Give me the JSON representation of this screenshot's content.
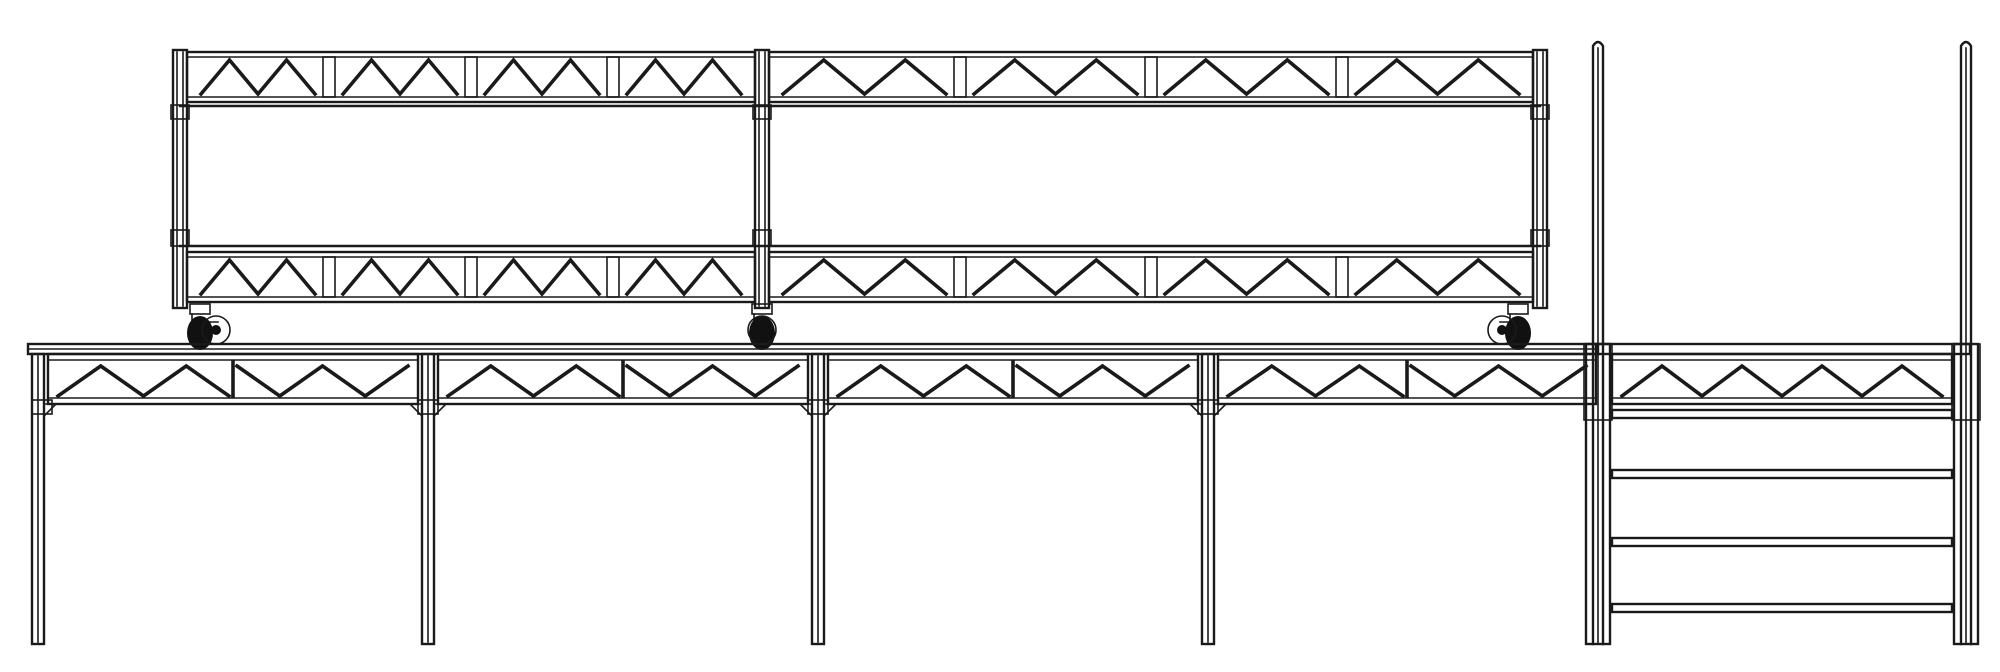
{
  "drawing": {
    "line_color": "#1a1a1a",
    "wheel_color": "#111111",
    "background": "#ffffff"
  },
  "parts": {
    "upper_frame": {
      "sections": 2,
      "truss_panels_per_section": 4
    },
    "deck": {
      "sections": 4,
      "truss_panels_per_section": 2
    },
    "stair": {
      "treads": 4,
      "handrails": 2
    },
    "casters": 3
  }
}
